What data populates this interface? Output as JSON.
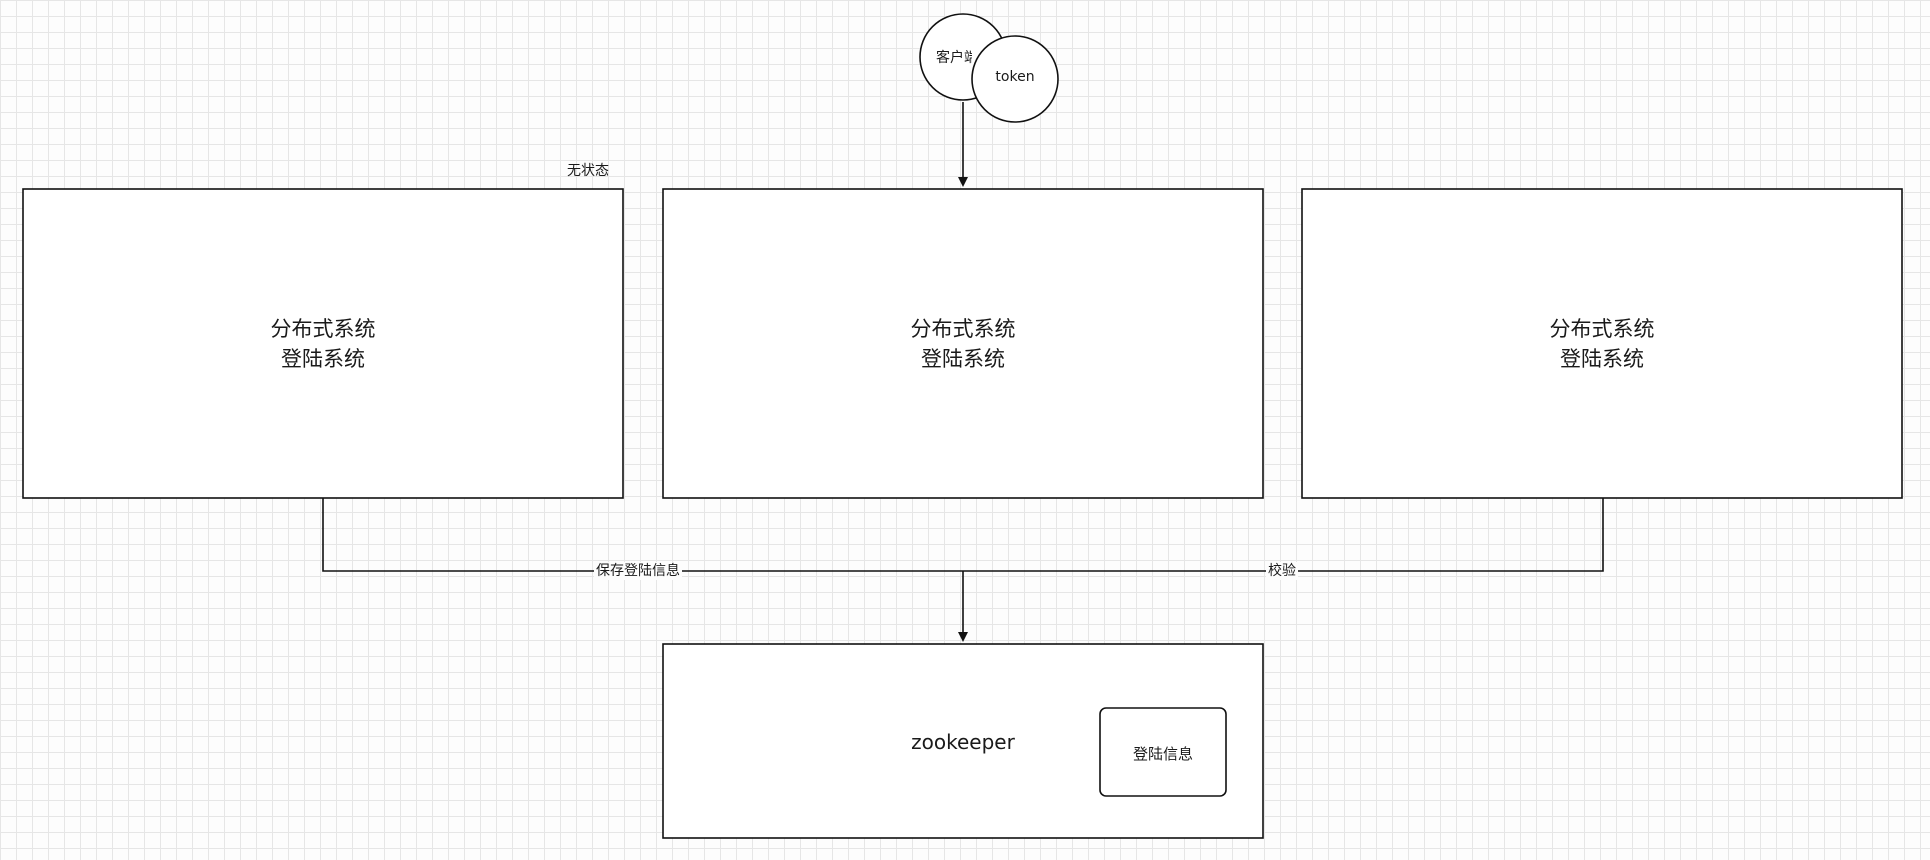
{
  "nodes": {
    "client": "客户端",
    "token": "token",
    "stateless_note": "无状态",
    "system_left": {
      "line1": "分布式系统",
      "line2": "登陆系统"
    },
    "system_center": {
      "line1": "分布式系统",
      "line2": "登陆系统"
    },
    "system_right": {
      "line1": "分布式系统",
      "line2": "登陆系统"
    },
    "zookeeper": "zookeeper",
    "login_info": "登陆信息"
  },
  "edges": {
    "save_login_info": "保存登陆信息",
    "verify": "校验"
  }
}
